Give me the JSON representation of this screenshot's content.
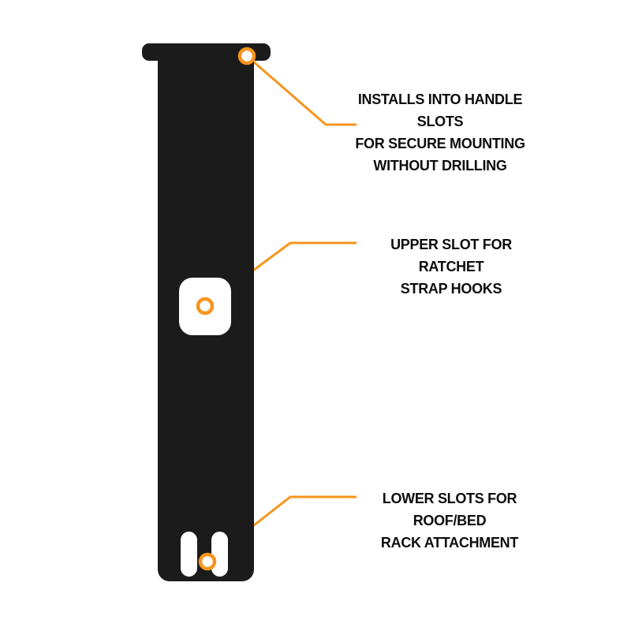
{
  "diagram": {
    "title": "bracket-feature-callouts",
    "background_color": "#ffffff",
    "bracket_color": "#1b1b1b",
    "accent_color": "#F7941D",
    "slot_color": "#ffffff",
    "text_color": "#0d0d0d",
    "callouts": [
      {
        "id": "handle-slots",
        "text": "INSTALLS INTO HANDLE SLOTS\nFOR SECURE MOUNTING\nWITHOUT DRILLING"
      },
      {
        "id": "upper-slot",
        "text": "UPPER SLOT FOR RATCHET\nSTRAP HOOKS"
      },
      {
        "id": "lower-slots",
        "text": "LOWER SLOTS FOR ROOF/BED\nRACK ATTACHMENT"
      }
    ]
  }
}
